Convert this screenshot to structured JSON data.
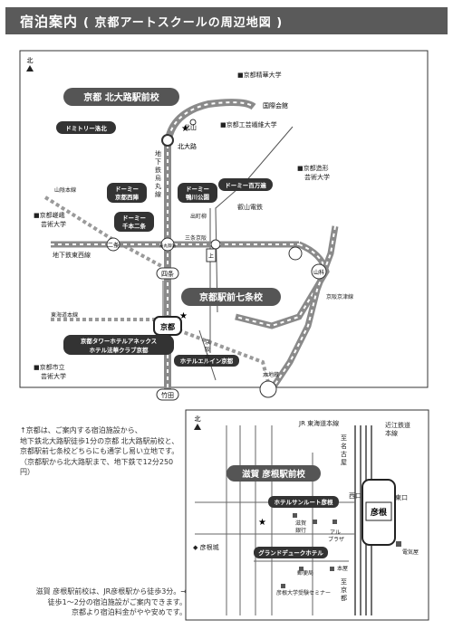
{
  "header": {
    "title": "宿泊案内",
    "subtitle": "( 京都アートスクールの周辺地図 )"
  },
  "map1": {
    "north": "北",
    "stations": {
      "kitaoji": "北大路",
      "kitayama": "北山",
      "kokusai": "国際会館",
      "shijo": "四条",
      "kyoto": "京都",
      "takeda": "竹田",
      "nijo": "二条",
      "karasuma_oike": "烏丸御池",
      "sanjo_keihan": "三条京阪",
      "yamashina": "山科"
    },
    "schools": {
      "kitaoji_school": "京都 北大路駅前校",
      "shichijo_school": "京都駅前七条校"
    },
    "hotels": {
      "domitory_rakuhoku": "ドミトリー洛北",
      "domi_nishijin": "ドーミー\n京都西陣",
      "domi_kamogawa": "ドーミー\n鴨川公園",
      "domi_hyakumanben": "ドーミー百万遍",
      "domi_senbon": "ドーミー\n千本二条",
      "tower_annex": "京都タワーホテルアネックス\nホテル法華クラブ京都",
      "el_inn": "ホテルエルイン京都"
    },
    "labels": {
      "seika": "京都精華大学",
      "kougei": "京都工芸繊維大学",
      "zokei": "京都造形\n芸術大学",
      "eizan": "叡山電鉄",
      "demachi": "出町柳",
      "sanjo_keihan_lbl": "三条京阪",
      "sagano": "山陰本線",
      "saga": "京都嵯峨\n芸術大学",
      "tozai": "地下鉄東西線",
      "karasuma_line": "地下\n鉄烏丸線",
      "tokaido": "東海道本線",
      "keihan_keishin": "京阪京津線",
      "shiritsu": "京都市立\n芸術大学",
      "rokujizo": "六地蔵",
      "keihan_honsen": "京阪本線",
      "ue": "上"
    }
  },
  "map2": {
    "north": "北",
    "school": "滋賀 彦根駅前校",
    "hotels": {
      "sunroute": "ホテルサンルート彦根",
      "grand_deluxe": "グランドデュークホテル"
    },
    "labels": {
      "jr": "JR 東海道本線",
      "ohmi": "近江鉄道\n本線",
      "to_nagoya": "至\n名\n古\n屋",
      "to_kyoto": "至\n京\n都",
      "nishiguchi": "西口",
      "higashiguchi": "東口",
      "hikone": "彦根",
      "shiga_bank": "滋賀\n銀行",
      "al_plaza": "アル\nプラザ",
      "castle": "彦根城",
      "honya": "本屋",
      "post": "郵便局",
      "denki": "電気屋",
      "seminar": "彦根大学受験セミナー"
    }
  },
  "notes": {
    "kyoto_lines": [
      "↑京都は、ご案内する宿泊施設から、",
      "地下鉄北大路駅徒歩1分の京都 北大路駅前校と、",
      "京都駅前七条校どちらにも通学し易い立地です。",
      "（京都駅から北大路駅まで、地下鉄で12分250円）"
    ],
    "shiga_lines": [
      "滋賀 彦根駅前校は、JR彦根駅から徒歩3分。→",
      "徒歩1～2分の宿泊施設がご案内できます。",
      "京都より宿泊料金がやや安めです。"
    ]
  }
}
